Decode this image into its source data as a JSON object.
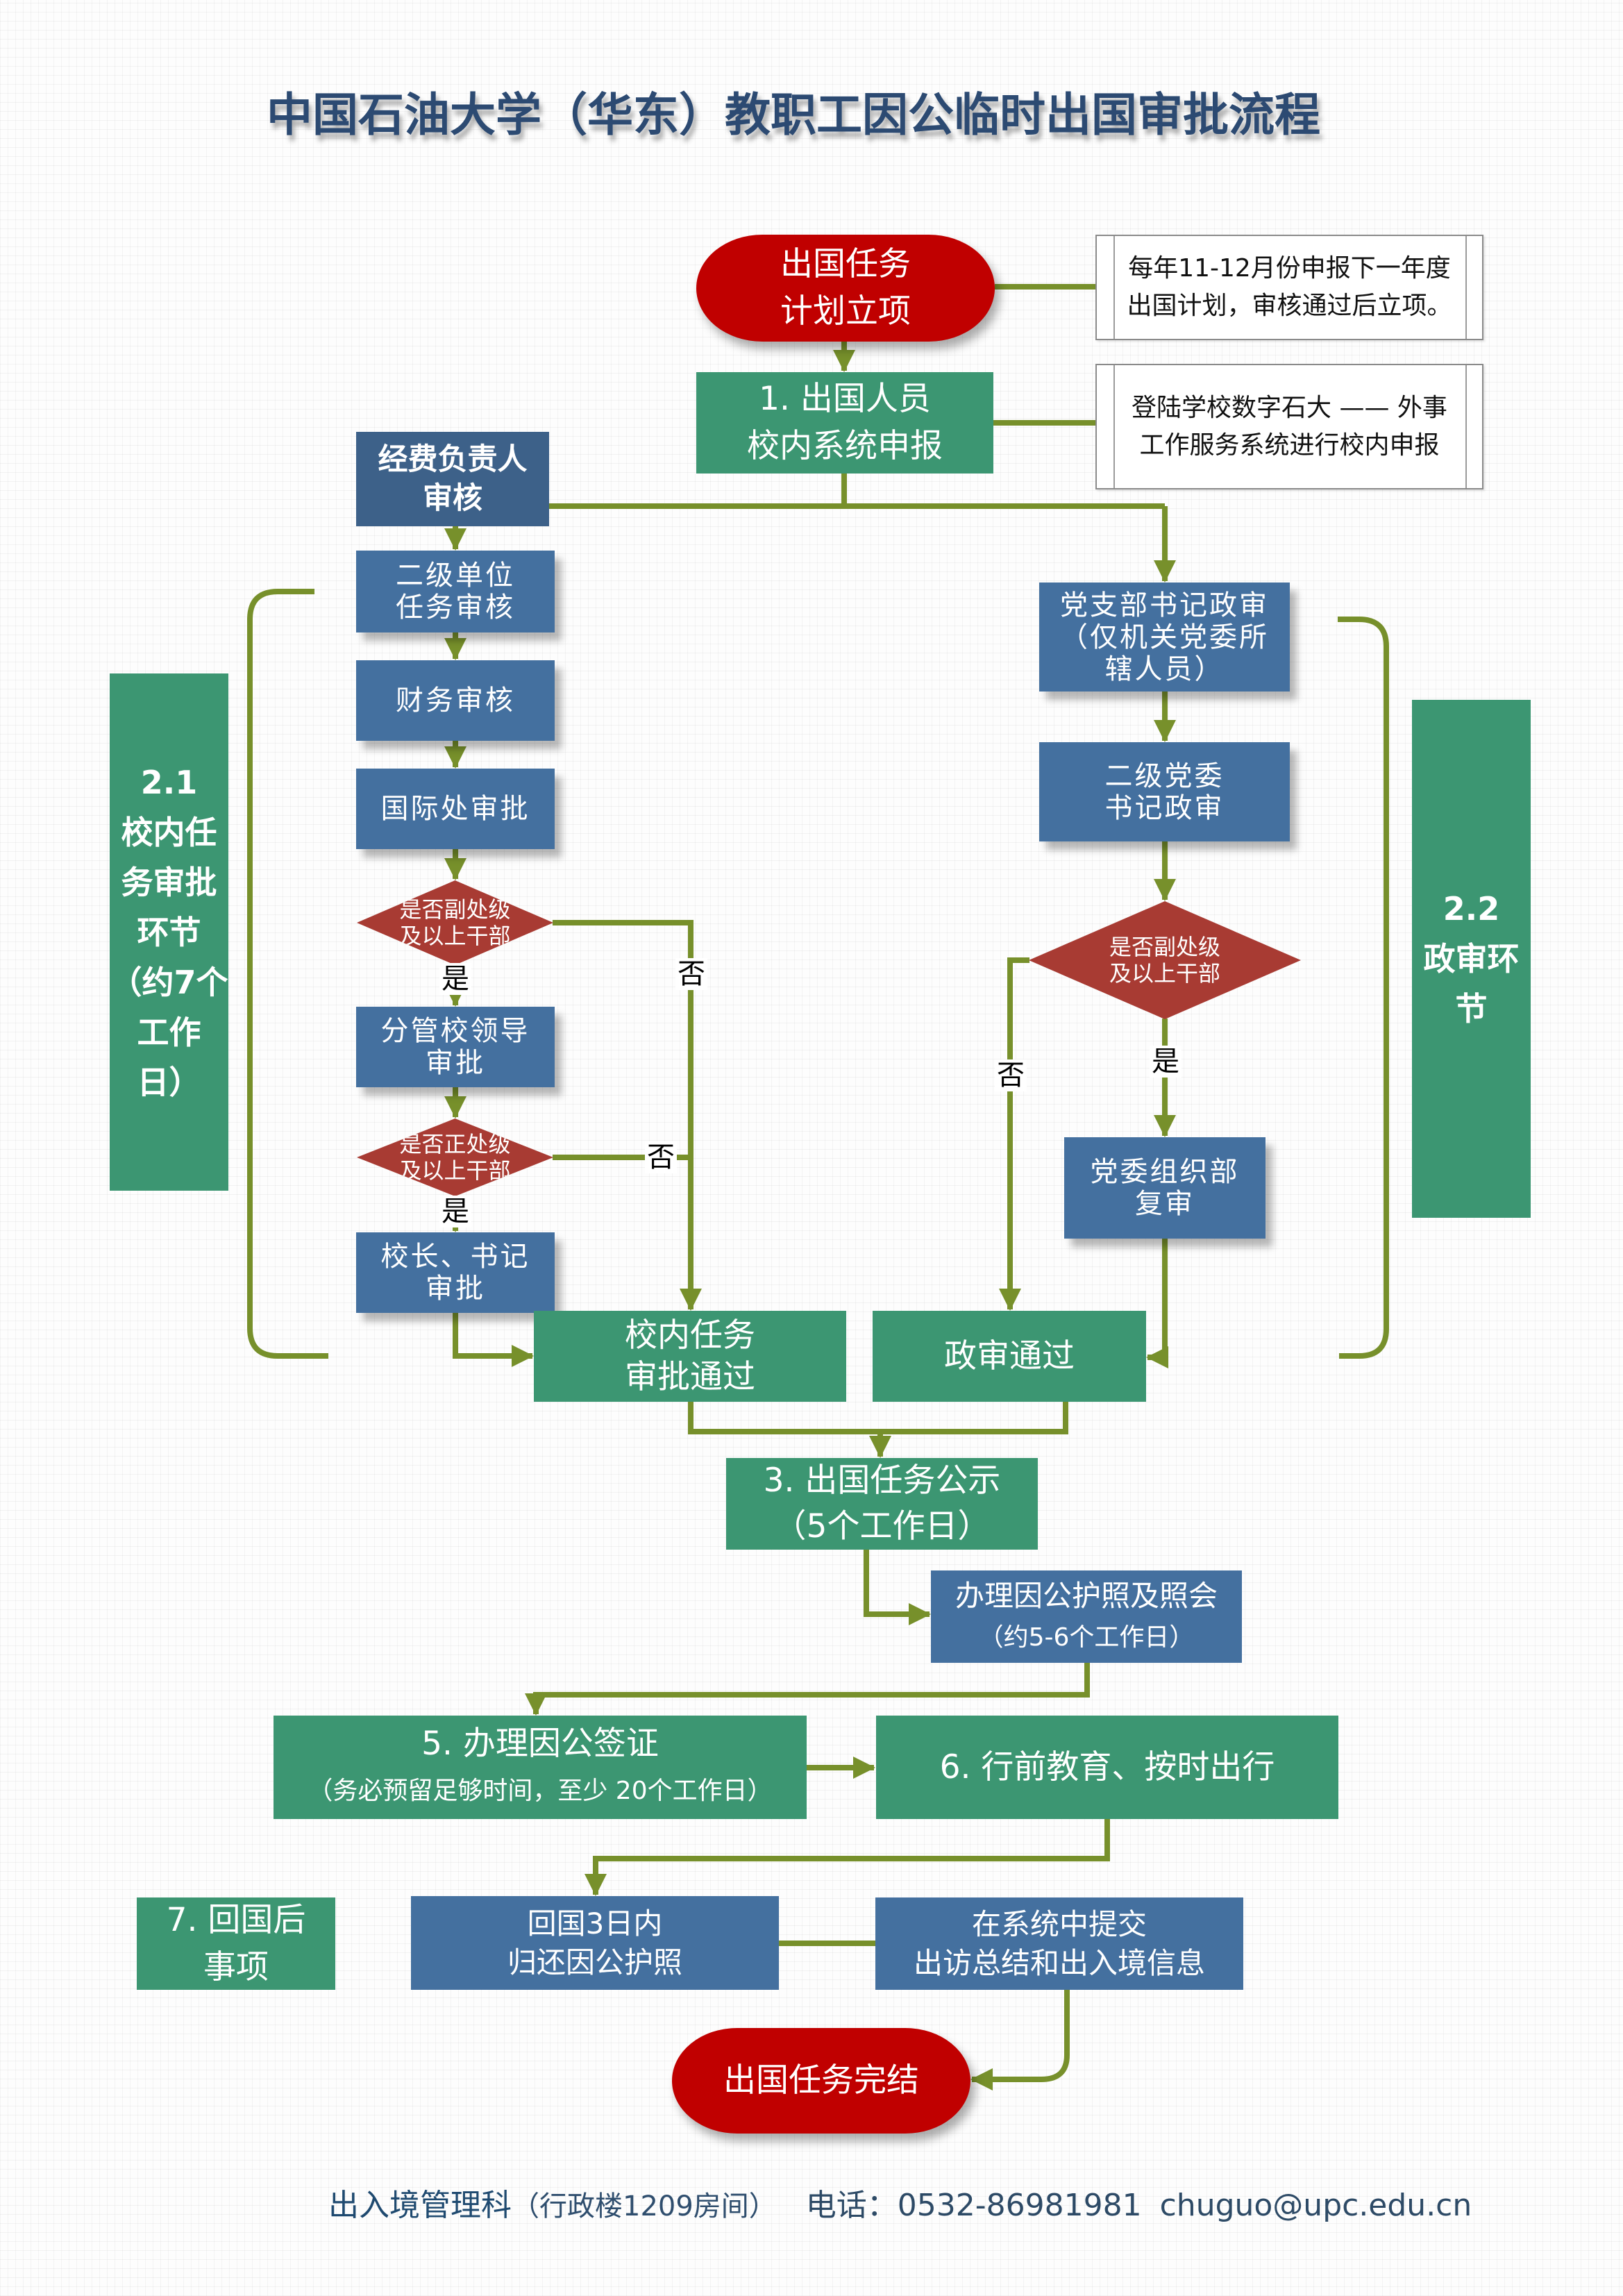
{
  "palette": {
    "green": "#3C9672",
    "blue": "#44709F",
    "blue_dark": "#3D6189",
    "terminator_red": "#C00000",
    "decision_red": "#A83B33",
    "connector": "#77902B",
    "title": "#2C4A72",
    "footer": "#1F4A70"
  },
  "title": "中国石油大学（华东）教职工因公临时出国审批流程",
  "nodes": {
    "start": {
      "lines": [
        "出国任务",
        "计划立项"
      ]
    },
    "note_plan": {
      "lines": [
        "每年11-12月份申报下一年度",
        "出国计划，审核通过后立项。"
      ]
    },
    "step1_submit": {
      "lines": [
        "1. 出国人员",
        "校内系统申报"
      ]
    },
    "note_system": {
      "lines": [
        "登陆学校数字石大 —— 外事",
        "工作服务系统进行校内申报"
      ]
    },
    "funding_review": {
      "lines": [
        "经费负责人",
        "审核"
      ]
    },
    "unit_review": {
      "lines": [
        "二级单位",
        "任务审核"
      ]
    },
    "finance_review": {
      "lines": [
        "财务审核"
      ]
    },
    "intl_office_approval": {
      "lines": [
        "国际处审批"
      ]
    },
    "decision_deputy_left": {
      "lines": [
        "是否副处级",
        "及以上干部"
      ]
    },
    "leader_approval": {
      "lines": [
        "分管校领导",
        "审批"
      ]
    },
    "decision_director": {
      "lines": [
        "是否正处级",
        "及以上干部"
      ]
    },
    "president_approval": {
      "lines": [
        "校长、书记",
        "审批"
      ]
    },
    "campus_approved": {
      "lines": [
        "校内任务",
        "审批通过"
      ]
    },
    "party_branch_review": {
      "lines": [
        "党支部书记政审",
        "（仅机关党委所",
        "辖人员）"
      ]
    },
    "party_committee_review": {
      "lines": [
        "二级党委",
        "书记政审"
      ]
    },
    "decision_deputy_right": {
      "lines": [
        "是否副处级",
        "及以上干部"
      ]
    },
    "org_dept_review": {
      "lines": [
        "党委组织部",
        "复审"
      ]
    },
    "political_approved": {
      "lines": [
        "政审通过"
      ]
    },
    "step3_publicity": {
      "lines": [
        "3. 出国任务公示",
        "（5个工作日）"
      ]
    },
    "step4_passport": {
      "lines": [
        "办理因公护照及照会",
        "（约5-6个工作日）"
      ]
    },
    "step5_visa": {
      "lines": [
        "5. 办理因公签证",
        "（务必预留足够时间，至少 20个工作日）"
      ]
    },
    "step6_departure": {
      "lines": [
        "6. 行前教育、按时出行"
      ]
    },
    "step7_return": {
      "lines": [
        "7. 回国后",
        "事项"
      ]
    },
    "return_passport": {
      "lines": [
        "回国3日内",
        "归还因公护照"
      ]
    },
    "submit_summary": {
      "lines": [
        "在系统中提交",
        "出访总结和出入境信息"
      ]
    },
    "end": {
      "lines": [
        "出国任务完结"
      ]
    }
  },
  "sections": {
    "campus_review": {
      "lines": [
        "2.1",
        "校内任",
        "务审批",
        "环节",
        "（约7个",
        "工作",
        "日）"
      ]
    },
    "political_review": {
      "lines": [
        "2.2",
        "政审环",
        "节"
      ]
    }
  },
  "edge_labels": {
    "deputy_left_yes": "是",
    "deputy_left_no": "否",
    "director_yes": "是",
    "director_no": "否",
    "deputy_right_yes": "是",
    "deputy_right_no": "否"
  },
  "footer": {
    "office": "出入境管理科",
    "room": "（行政楼1209房间）",
    "phone": "电话：0532-86981981",
    "email": "chuguo@upc.edu.cn"
  }
}
